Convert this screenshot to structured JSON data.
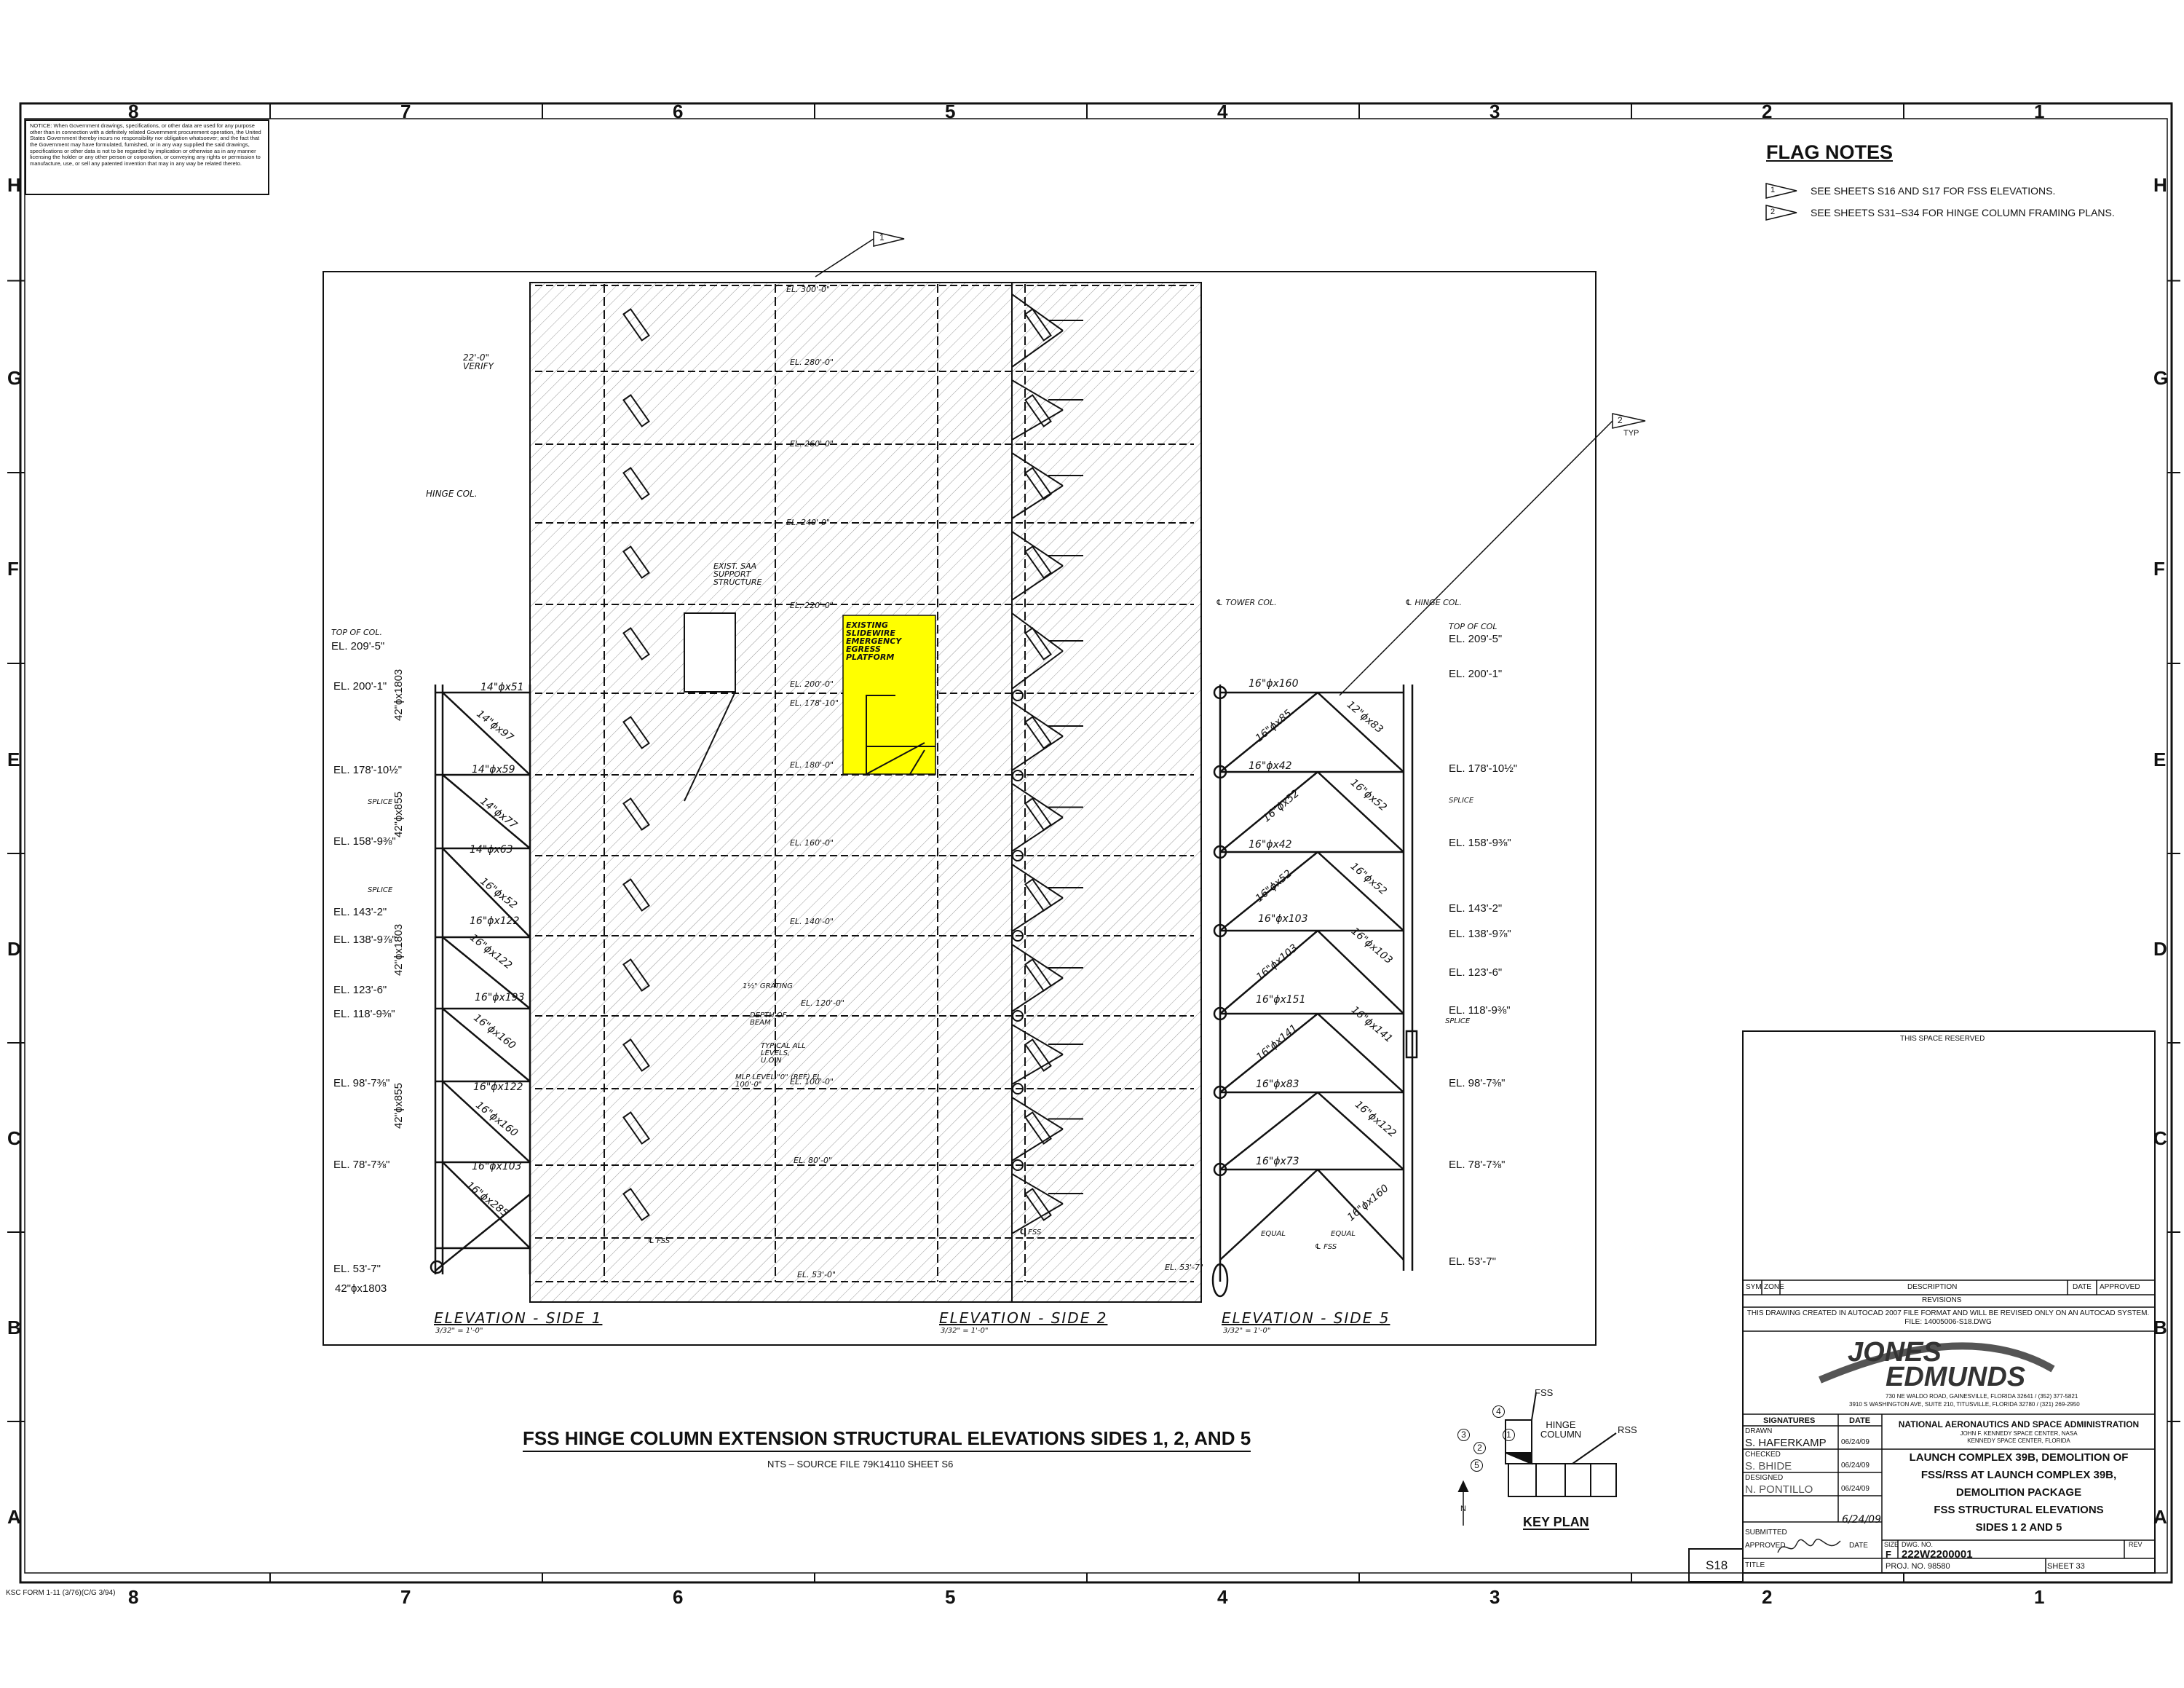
{
  "border": {
    "zones_horizontal": [
      "8",
      "7",
      "6",
      "5",
      "4",
      "3",
      "2",
      "1"
    ],
    "zones_vertical": [
      "H",
      "G",
      "F",
      "E",
      "D",
      "C",
      "B",
      "A"
    ]
  },
  "notice": "NOTICE: When Government drawings, specifications, or other data are used for any purpose other than in connection with a definitely related Government procurement operation, the United States Government thereby incurs no responsibility nor obligation whatsoever; and the fact that the Government may have formulated, furnished, or in any way supplied the said drawings, specifications or other data is not to be regarded by implication or otherwise as in any manner licensing the holder or any other person or corporation, or conveying any rights or permission to manufacture, use, or sell any patented invention that may in any way be related thereto.",
  "flag_notes": {
    "title": "FLAG NOTES",
    "items": [
      {
        "num": "1",
        "text": "SEE SHEETS S16 AND S17 FOR FSS ELEVATIONS."
      },
      {
        "num": "2",
        "text": "SEE SHEETS S31–S34 FOR HINGE COLUMN FRAMING PLANS."
      }
    ],
    "typ": "TYP"
  },
  "drawing": {
    "highlight_colors": {
      "yellow": "#ffff00"
    },
    "side1": {
      "title": "ELEVATION - SIDE 1",
      "scale": "3/32\" = 1'-0\"",
      "hinge_col": "HINGE COL.",
      "verify": "22'-0\" VERIFY",
      "elevations": [
        "TOP OF COL. EL. 209'-5\"",
        "EL. 200'-1\"",
        "EL. 178'-10½\"",
        "EL. 158'-9⅜\"",
        "EL. 143'-2\"",
        "EL. 138'-9⅞\"",
        "EL. 123'-6\"",
        "EL. 118'-9⅜\"",
        "EL. 98'-7⅜\"",
        "EL. 78'-7⅜\"",
        "EL. 53'-7\""
      ],
      "columns": [
        "42\"ϕx1803",
        "42\"ϕx855",
        "42\"ϕx1803",
        "42\"ϕx855",
        "42\"ϕx1803"
      ],
      "beams": [
        "14\"ϕx51",
        "14\"ϕx97",
        "14\"ϕx59",
        "14\"ϕx77",
        "14\"ϕx63",
        "16\"ϕx52",
        "16\"ϕx122",
        "16\"ϕx122",
        "16\"ϕx193",
        "16\"ϕx160",
        "16\"ϕx122",
        "16\"ϕx160",
        "16\"ϕx103",
        "16\"ϕx285"
      ],
      "splice": [
        "SPLICE",
        "SPLICE"
      ]
    },
    "side2": {
      "title": "ELEVATION - SIDE 2",
      "scale": "3/32\" = 1'-0\"",
      "levels": [
        "EL. 300'-0\"",
        "EL. 280'-0\"",
        "EL. 260'-0\"",
        "EL. 240'-0\"",
        "EL. 220'-0\"",
        "EL. 200'-0\"",
        "EL. 178'-10\"",
        "EL. 180'-0\"",
        "EL. 160'-0\"",
        "EL. 140'-0\"",
        "EL. 120'-0\"",
        "EL. 100'-0\"",
        "EL. 80'-0\"",
        "EL. 53'-0\""
      ],
      "exist_support": "EXIST. SAA SUPPORT STRUCTURE",
      "egress_platform": "EXISTING SLIDEWIRE EMERGENCY EGRESS PLATFORM",
      "grating": "1½\" GRATING",
      "depth_of_beam": "DEPTH OF BEAM",
      "typical": "TYPICAL ALL LEVELS, U.O.N",
      "mlp_level": "MLP LEVEL \"0\" (REF) EL 100'-0\"",
      "fss": "℄ FSS"
    },
    "side5": {
      "title": "ELEVATION - SIDE 5",
      "scale": "3/32\" = 1'-0\"",
      "tower_col": "℄ TOWER COL.",
      "hinge_col": "℄ HINGE COL.",
      "elevations": [
        "TOP OF COL EL. 209'-5\"",
        "EL. 200'-1\"",
        "EL. 178'-10½\"",
        "EL. 158'-9⅜\"",
        "EL. 143'-2\"",
        "EL. 138'-9⅞\"",
        "EL. 123'-6\"",
        "EL. 118'-9⅜\"",
        "EL. 98'-7⅜\"",
        "EL. 78'-7⅜\"",
        "EL. 53'-7\""
      ],
      "beams": [
        "16\"ϕx160",
        "16\"ϕx42",
        "16\"ϕx42",
        "16\"ϕx103",
        "16\"ϕx151",
        "16\"ϕx83",
        "16\"ϕx73"
      ],
      "diagonals": [
        "12\"ϕx83",
        "16\"ϕx85",
        "16\"ϕx52",
        "16\"ϕx52",
        "16\"ϕx52",
        "16\"ϕx52",
        "16\"ϕx103",
        "16\"ϕx103",
        "16\"ϕx141",
        "16\"ϕx141",
        "16\"ϕx122",
        "16\"ϕx160"
      ],
      "equal": [
        "EQUAL",
        "EQUAL"
      ],
      "splice": [
        "SPLICE",
        "SPLICE"
      ],
      "fss": "℄ FSS",
      "el_537": "EL. 53'-7\""
    }
  },
  "main_title": "FSS HINGE COLUMN EXTENSION STRUCTURAL ELEVATIONS SIDES 1, 2, AND 5",
  "sub_title": "NTS – SOURCE FILE 79K14110 SHEET S6",
  "key_plan": {
    "title": "KEY PLAN",
    "fss": "FSS",
    "hinge_column": "HINGE COLUMN",
    "rss": "RSS",
    "north": "N",
    "nums": [
      "1",
      "2",
      "3",
      "4",
      "5"
    ]
  },
  "title_block": {
    "reserved": "THIS SPACE RESERVED",
    "rev_headers": {
      "sym": "SYM",
      "zone": "ZONE",
      "description": "DESCRIPTION",
      "date": "DATE",
      "approved": "APPROVED"
    },
    "revisions": "REVISIONS",
    "autocad_note": "THIS DRAWING CREATED IN AUTOCAD 2007 FILE FORMAT AND WILL BE REVISED ONLY ON AN AUTOCAD SYSTEM. FILE: 14005006-S18.DWG",
    "firm_line1": "JONES",
    "firm_line2": "EDMUNDS",
    "firm_address1": "730 NE WALDO ROAD, GAINESVILLE, FLORIDA 32641 / (352) 377-5821",
    "firm_address2": "3910 S WASHINGTON AVE, SUITE 210, TITUSVILLE, FLORIDA 32780 / (321) 269-2950",
    "signatures": "SIGNATURES",
    "date_col": "DATE",
    "drawn_label": "DRAWN",
    "drawn_name": "S. HAFERKAMP",
    "drawn_date": "06/24/09",
    "checked_label": "CHECKED",
    "checked_name": "S. BHIDE",
    "checked_date": "06/24/09",
    "designed_label": "DESIGNED",
    "designed_name": "N. PONTILLO",
    "designed_date": "06/24/09",
    "submitted_label": "SUBMITTED",
    "submitted_date": "6/24/09",
    "approved_label": "APPROVED",
    "title_label": "TITLE",
    "agency": "NATIONAL AERONAUTICS AND SPACE ADMINISTRATION",
    "agency_sub1": "JOHN F. KENNEDY SPACE CENTER, NASA",
    "agency_sub2": "KENNEDY SPACE CENTER, FLORIDA",
    "project_lines": [
      "LAUNCH COMPLEX 39B, DEMOLITION OF",
      "FSS/RSS AT LAUNCH COMPLEX 39B,",
      "DEMOLITION PACKAGE",
      "FSS STRUCTURAL ELEVATIONS",
      "SIDES 1 2 AND 5"
    ],
    "size_label": "SIZE",
    "size": "F",
    "dwg_no_label": "DWG. NO.",
    "dwg_no": "222W2200001",
    "rev_label": "REV",
    "proj_no": "PROJ. NO. 98580",
    "sheet": "SHEET  33",
    "sheet_id": "S18"
  },
  "form_id": "KSC FORM 1-11 (3/76)(C/G 3/94)"
}
